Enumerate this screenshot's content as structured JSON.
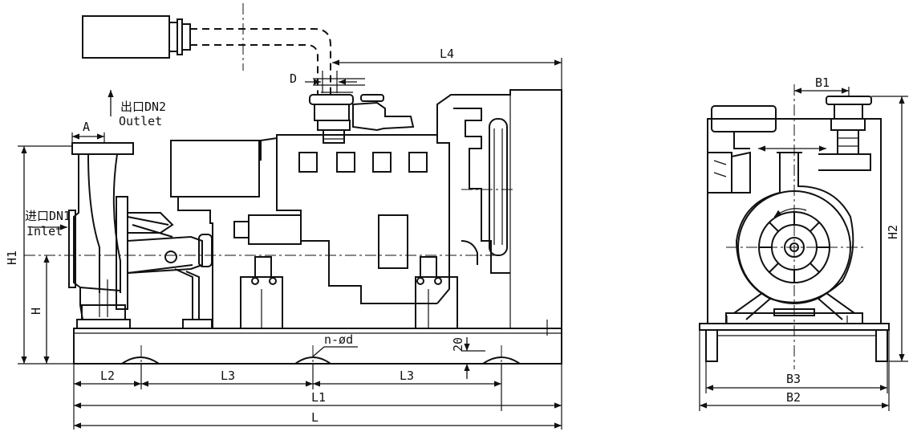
{
  "labels": {
    "A": "A",
    "D": "D",
    "L4": "L4",
    "outlet_cn": "出口DN2",
    "outlet_en": "Outlet",
    "inlet_cn": "进口DN1",
    "inlet_en": "Inlet",
    "H1": "H1",
    "H": "H",
    "n_d": "n-ød",
    "twenty": "20",
    "L2": "L2",
    "L3_left": "L3",
    "L3_right": "L3",
    "L1": "L1",
    "L": "L",
    "B1": "B1",
    "H2": "H2",
    "B3": "B3",
    "B2": "B2"
  },
  "colors": {
    "line": "#111111",
    "background": "#ffffff"
  }
}
